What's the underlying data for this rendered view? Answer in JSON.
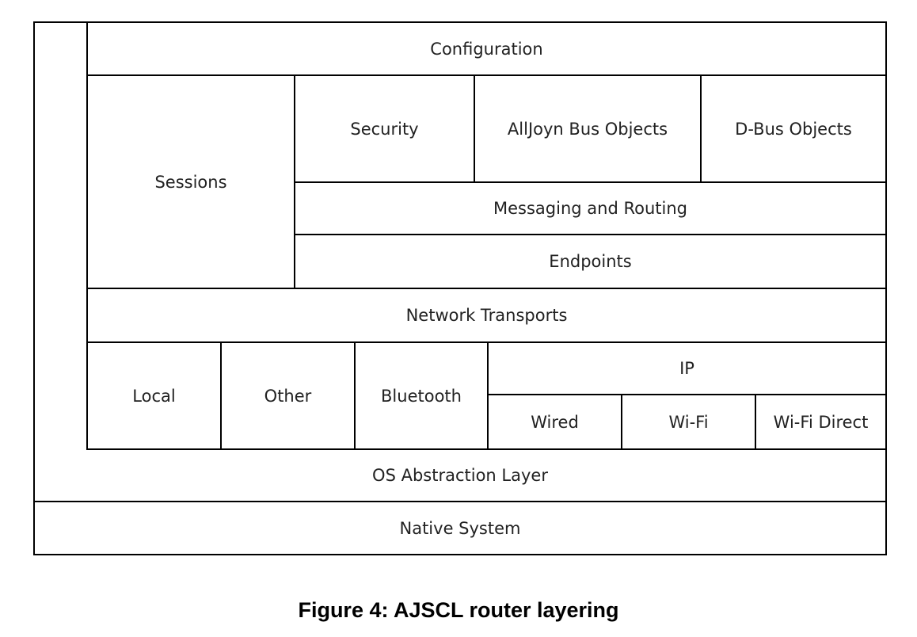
{
  "diagram": {
    "configuration": "Configuration",
    "sessions": "Sessions",
    "security": "Security",
    "alljoyn_bus_objects": "AllJoyn Bus Objects",
    "dbus_objects": "D-Bus Objects",
    "messaging_and_routing": "Messaging and Routing",
    "endpoints": "Endpoints",
    "network_transports": "Network Transports",
    "local": "Local",
    "other": "Other",
    "bluetooth": "Bluetooth",
    "ip": "IP",
    "wired": "Wired",
    "wifi": "Wi-Fi",
    "wifi_direct": "Wi-Fi Direct",
    "os_abstraction_layer": "OS Abstraction Layer",
    "native_system": "Native System"
  },
  "caption": "Figure 4: AJSCL router layering"
}
